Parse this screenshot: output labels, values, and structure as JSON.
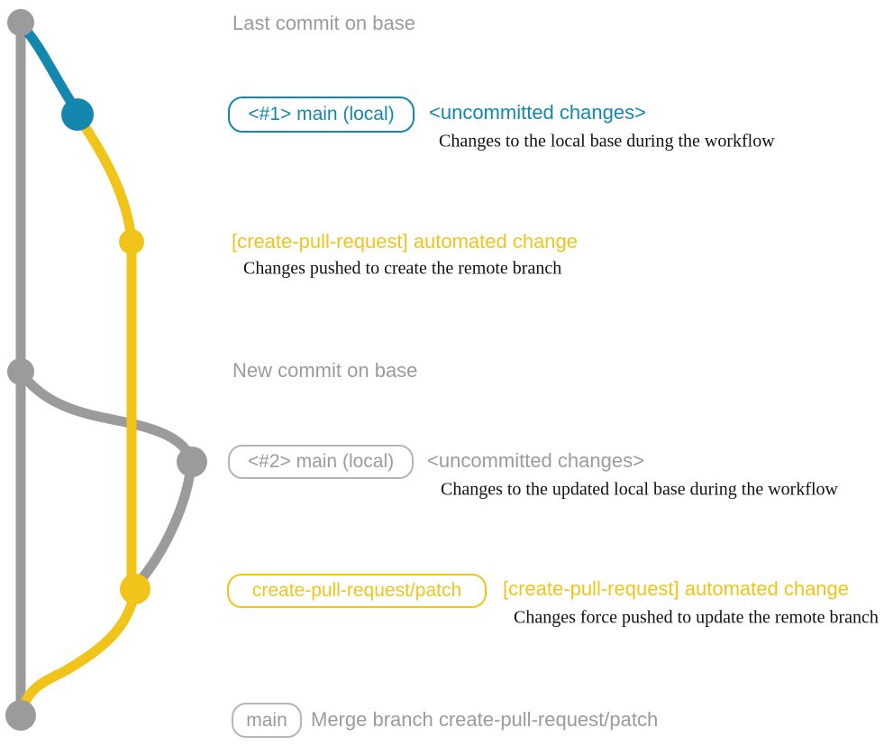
{
  "colors": {
    "gray": "#9b9b9b",
    "teal": "#1487af",
    "yellow": "#f0c419",
    "badge_gray": "#b5b5b5",
    "desc_text": "#121212"
  },
  "rows": {
    "last_commit": {
      "label": "Last commit on base"
    },
    "main_local_1": {
      "badge": "<#1> main (local)",
      "status": "<uncommitted changes>",
      "desc": "Changes to the local base during the workflow"
    },
    "automated_change_1": {
      "label": "[create-pull-request] automated change",
      "desc": "Changes pushed to create the remote branch"
    },
    "new_commit": {
      "label": "New commit on base"
    },
    "main_local_2": {
      "badge": "<#2> main (local)",
      "status": "<uncommitted changes>",
      "desc": "Changes to the updated local base during the workflow"
    },
    "patch_branch": {
      "badge": "create-pull-request/patch",
      "label": "[create-pull-request] automated change",
      "desc": "Changes force pushed to update the remote branch"
    },
    "merge": {
      "badge": "main",
      "label": "Merge branch create-pull-request/patch"
    }
  }
}
